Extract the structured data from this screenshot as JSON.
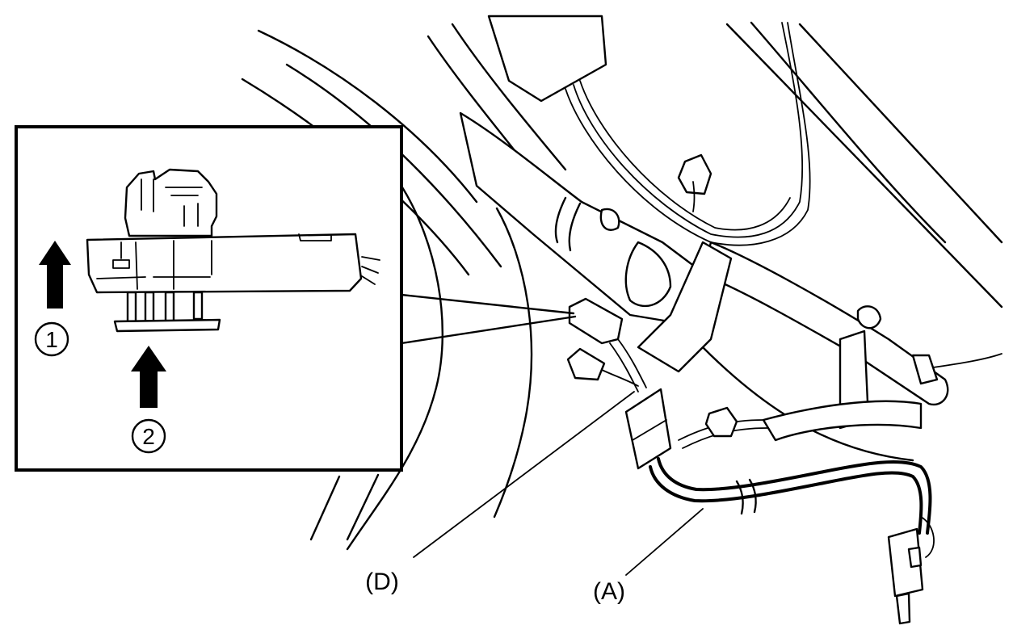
{
  "callouts": {
    "harness": "(A)",
    "connector": "(D)"
  },
  "steps": {
    "one": "1",
    "two": "2"
  },
  "colors": {
    "line": "#000000",
    "background": "#ffffff"
  }
}
